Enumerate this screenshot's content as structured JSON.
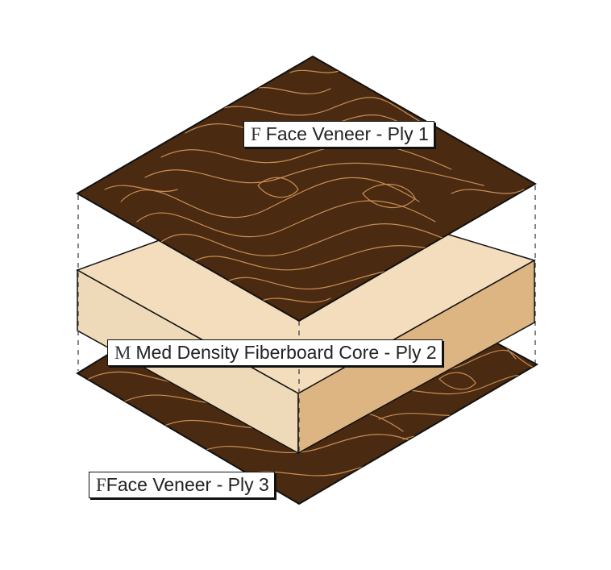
{
  "labels": {
    "ply1": {
      "glyph": "F",
      "text": "Face Veneer - Ply 1"
    },
    "ply2": {
      "glyph": "M",
      "text": "Med Density Fiberboard Core - Ply 2"
    },
    "ply3": {
      "glyph": "F",
      "text": "Face Veneer - Ply 3"
    }
  },
  "colors": {
    "veneer": "#4a2a10",
    "grain": "#c98d55",
    "core_top": "#f3ddbd",
    "core_front": "#eedab8",
    "core_side": "#ddb582",
    "outline": "#111111"
  }
}
